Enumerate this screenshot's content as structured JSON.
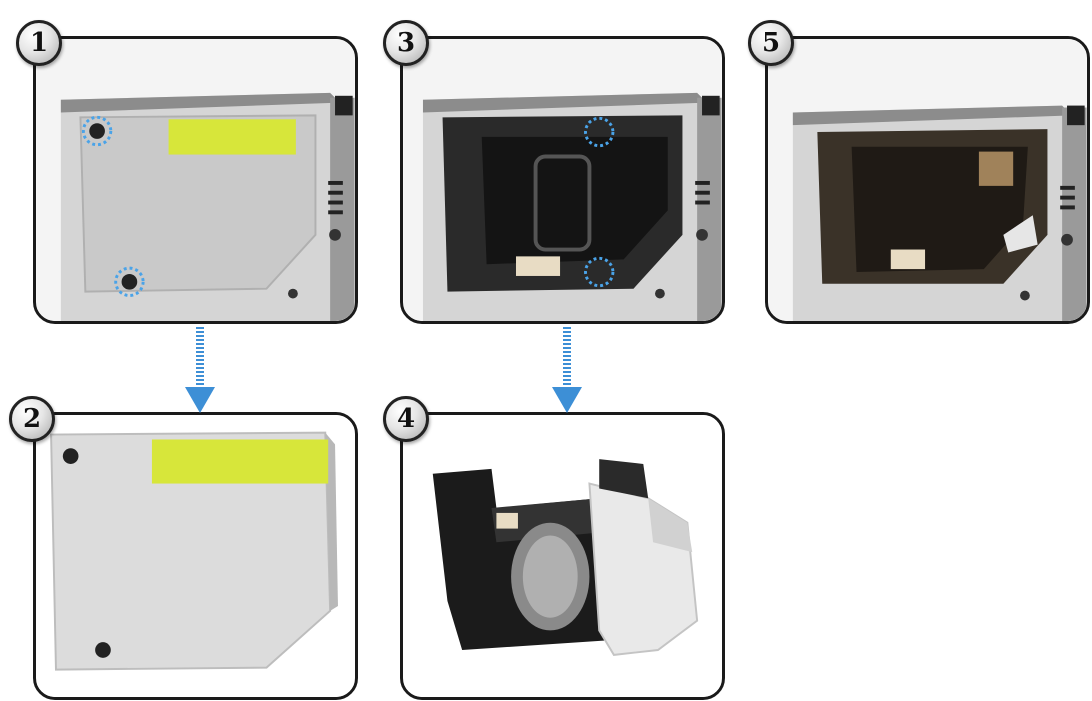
{
  "steps": [
    {
      "number": "1",
      "label_text": ""
    },
    {
      "number": "2",
      "label_text": ""
    },
    {
      "number": "3",
      "label_text": ""
    },
    {
      "number": "4",
      "label_text": ""
    },
    {
      "number": "5",
      "label_text": ""
    }
  ],
  "colors": {
    "panel_border": "#1a1a1a",
    "arrow": "#3d8fd6",
    "screw_highlight": "#4aa3e8",
    "label_yellow": "#d7e63a",
    "housing_gray": "#d9d9d9",
    "cover_gray": "#dcdcdc",
    "lamp_black": "#1b1b1b"
  },
  "icons": {
    "step_badge": "numbered-circle-badge",
    "flow_arrow": "dotted-down-arrow-icon",
    "screw_marker": "dotted-circle-icon"
  }
}
